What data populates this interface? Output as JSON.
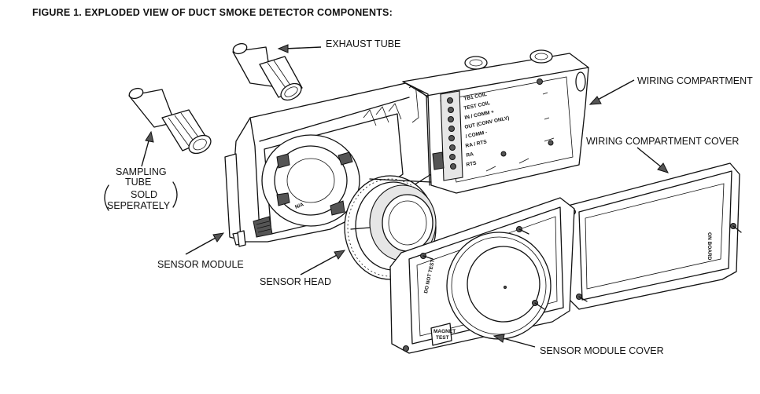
{
  "figure": {
    "title": "FIGURE 1. EXPLODED VIEW OF DUCT SMOKE DETECTOR COMPONENTS:"
  },
  "labels": {
    "exhaust_tube": "EXHAUST TUBE",
    "wiring_compartment": "WIRING COMPARTMENT",
    "wiring_compartment_cover": "WIRING COMPARTMENT COVER",
    "sampling_tube_line1": "SAMPLING",
    "sampling_tube_line2": "TUBE",
    "sold_separately_line1": "SOLD",
    "sold_separately_line2": "SEPERATELY",
    "sensor_module": "SENSOR MODULE",
    "sensor_head": "SENSOR HEAD",
    "sensor_module_cover": "SENSOR MODULE COVER"
  },
  "terminal_labels": [
    "TB1  COIL",
    "TEST  COIL",
    "IN  /  COMM +",
    "OUT  (CONV  ONLY)",
    "/  COMM -",
    "RA  /  RTS",
    "RA",
    "RTS"
  ],
  "cover_labels": {
    "magnet_test_line1": "MAGNET",
    "magnet_test_line2": "TEST"
  }
}
